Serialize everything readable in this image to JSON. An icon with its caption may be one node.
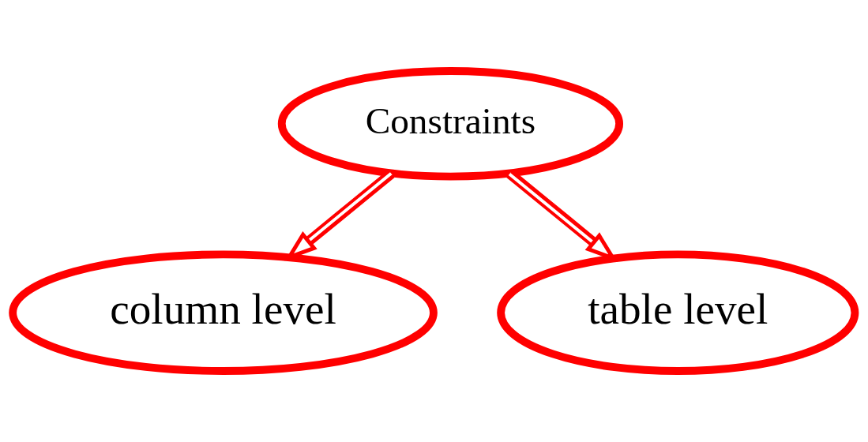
{
  "diagram": {
    "nodes": [
      {
        "text": [
          "Constraints"
        ]
      },
      {
        "text": [
          "column level"
        ]
      },
      {
        "text": [
          "table level"
        ]
      }
    ],
    "edges": [
      {
        "from": 0,
        "to": 1,
        "arrow": "to"
      },
      {
        "from": 0,
        "to": 2,
        "arrow": "to"
      }
    ]
  }
}
